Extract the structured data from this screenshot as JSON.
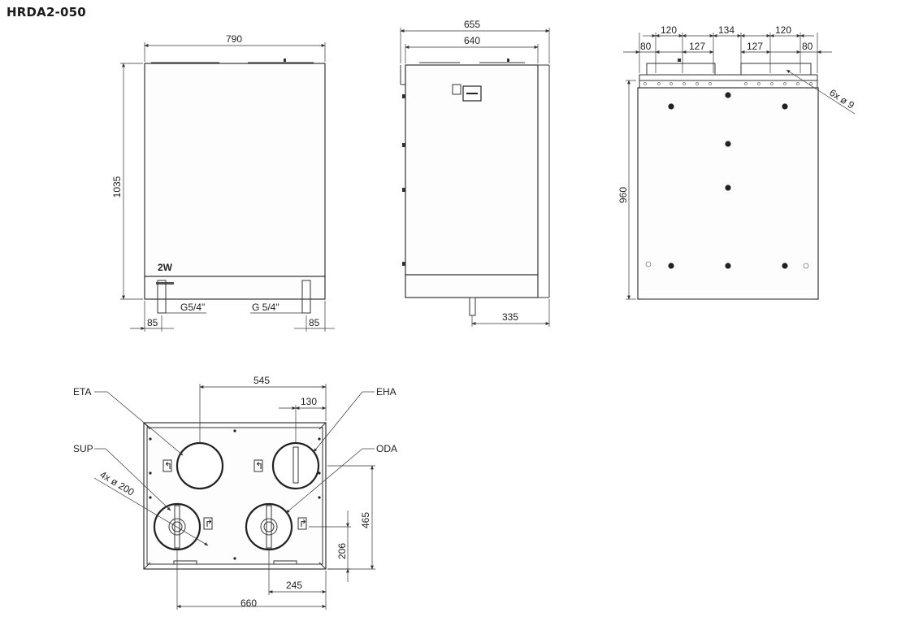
{
  "title": "HRDA2-050",
  "front": {
    "width": "790",
    "height": "1035",
    "left_pipe": "G5/4\"",
    "right_pipe": "G 5/4\"",
    "left_offset": "85",
    "right_offset": "85",
    "logo": "2W"
  },
  "side": {
    "outer_width": "655",
    "inner_width": "640",
    "pipe_offset": "335"
  },
  "back": {
    "dim_120_a": "120",
    "dim_134": "134",
    "dim_120_b": "120",
    "dim_80_a": "80",
    "dim_127_a": "127",
    "dim_127_b": "127",
    "dim_80_b": "80",
    "height": "960",
    "holes": "6x ø 9"
  },
  "top": {
    "eta": "ETA",
    "eha": "EHA",
    "sup": "SUP",
    "oda": "ODA",
    "dim_545": "545",
    "dim_130": "130",
    "ducts": "4x ø 200",
    "dim_465": "465",
    "dim_206": "206",
    "dim_245": "245",
    "dim_660": "660"
  }
}
